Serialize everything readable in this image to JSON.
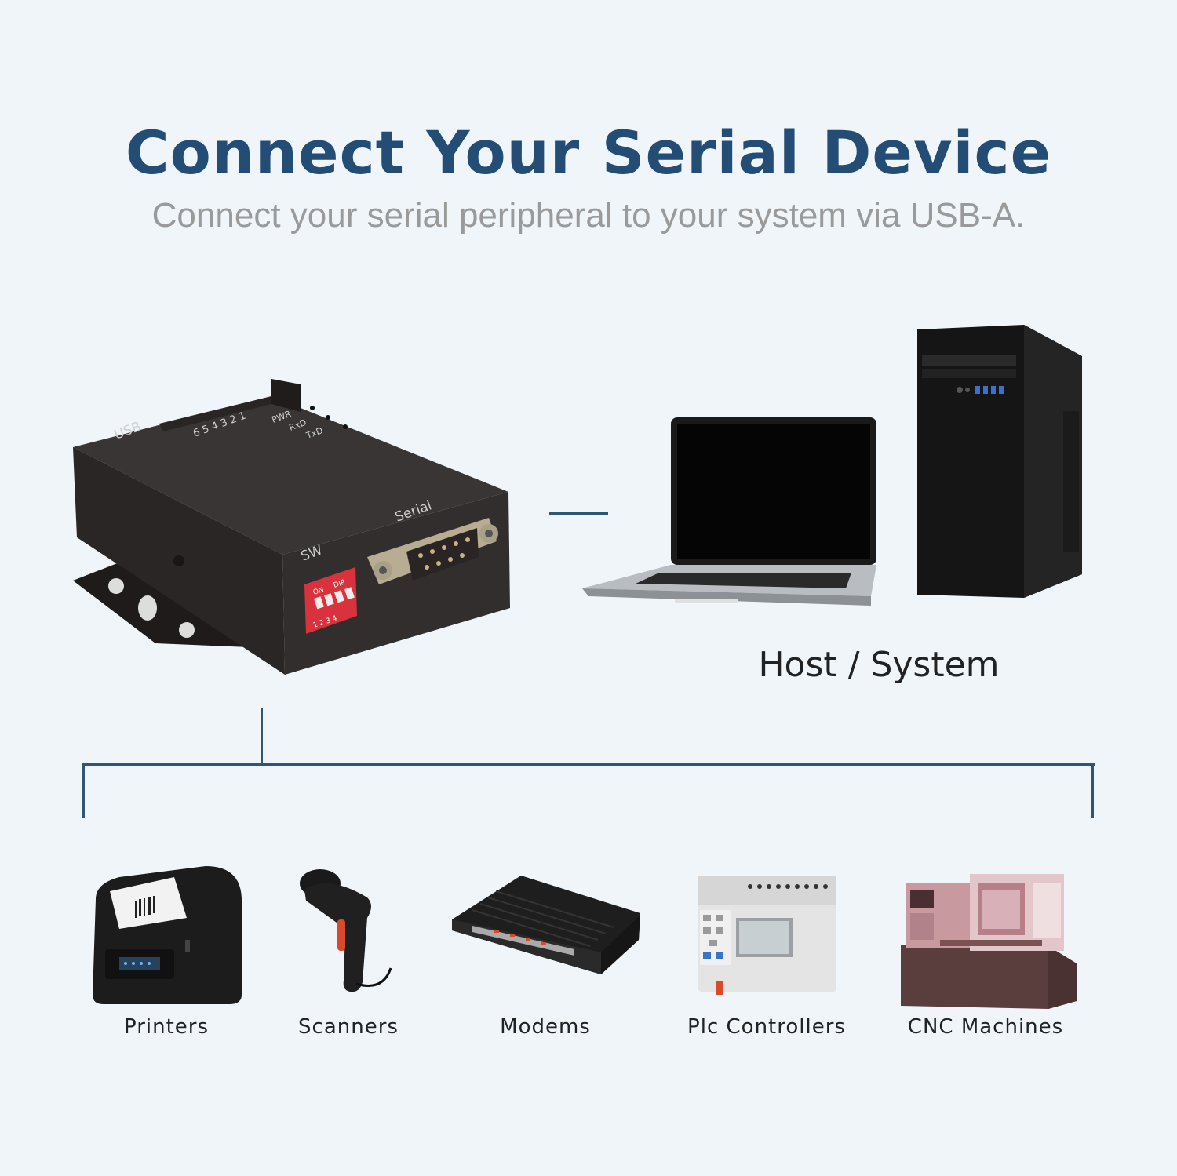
{
  "header": {
    "title": "Connect Your Serial Device",
    "subtitle": "Connect your serial peripheral to your system via USB-A."
  },
  "adapter": {
    "usb_label": "USB",
    "port_numbers": "6 5 4 3 2 1",
    "led_pwr": "PWR",
    "led_rxd": "RxD",
    "led_txd": "TxD",
    "sw_label": "SW",
    "serial_label": "Serial",
    "dip_on": "ON",
    "dip_dip": "DIP",
    "dip_numbers": "1 2 3 4"
  },
  "host": {
    "label": "Host / System"
  },
  "peripherals": [
    {
      "label": "Printers",
      "icon": "thermal-printer-icon"
    },
    {
      "label": "Scanners",
      "icon": "barcode-scanner-icon"
    },
    {
      "label": "Modems",
      "icon": "modem-icon"
    },
    {
      "label": "Plc Controllers",
      "icon": "plc-controller-icon"
    },
    {
      "label": "CNC Machines",
      "icon": "cnc-machine-icon"
    }
  ],
  "colors": {
    "background": "#eff5f9",
    "title": "#234d75",
    "subtitle": "#9a9a9a",
    "connector_line": "#2e5679"
  }
}
